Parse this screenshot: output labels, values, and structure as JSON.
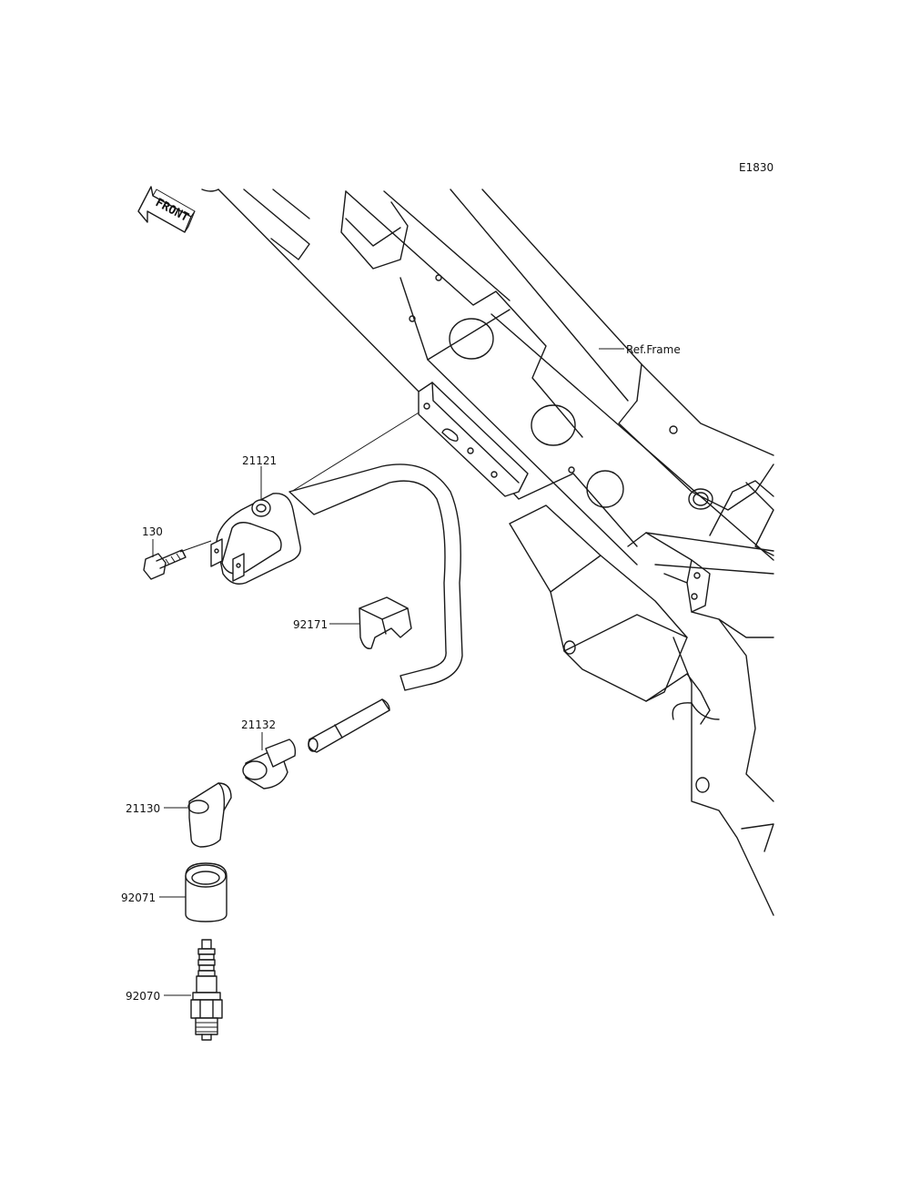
{
  "diagram_id": "E1830",
  "front_label": "FRONT",
  "reference_label": "Ref.Frame",
  "parts": [
    {
      "number": "21121"
    },
    {
      "number": "130"
    },
    {
      "number": "92171"
    },
    {
      "number": "21132"
    },
    {
      "number": "21130"
    },
    {
      "number": "92071"
    },
    {
      "number": "92070"
    }
  ]
}
